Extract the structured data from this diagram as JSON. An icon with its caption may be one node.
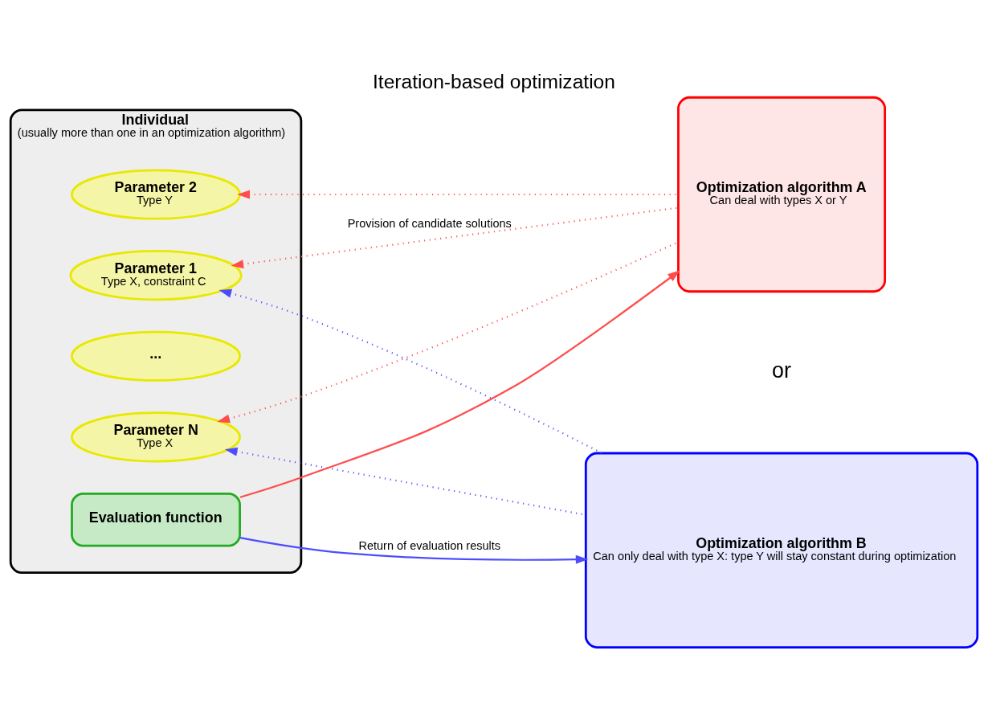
{
  "diagram": {
    "title": "Iteration-based optimization",
    "nodes": [
      {
        "text": [
          "Individual",
          "(usually more than one in an optimization algorithm)"
        ]
      },
      {
        "text": [
          "Parameter 1",
          "Type X, constraint C"
        ],
        "in": 0
      },
      {
        "text": [
          "Parameter 2",
          "Type Y"
        ],
        "in": 0
      },
      {
        "text": [
          "..."
        ],
        "in": 0
      },
      {
        "text": [
          "Parameter N",
          "Type X"
        ],
        "in": 0
      },
      {
        "text": [
          "Evaluation function"
        ],
        "in": 0
      },
      {
        "text": [
          "Optimization algorithm A",
          "Can deal with types X or Y"
        ]
      },
      {
        "text": [
          "Optimization algorithm B",
          "Can only deal with type X: type Y will stay constant during optimization"
        ]
      }
    ],
    "edges": [
      {
        "from": 6,
        "to": 1,
        "arrow": "to",
        "style": "dashed",
        "color": "#ff4d4d",
        "label": "Provision of candidate solutions"
      },
      {
        "from": 6,
        "to": 2,
        "arrow": "to",
        "style": "dashed",
        "color": "#ff4d4d"
      },
      {
        "from": 6,
        "to": 4,
        "arrow": "to",
        "style": "dashed",
        "color": "#ff4d4d"
      },
      {
        "from": 7,
        "to": 1,
        "arrow": "to",
        "style": "dashed",
        "color": "#4d4dff"
      },
      {
        "from": 7,
        "to": 4,
        "arrow": "to",
        "style": "dashed",
        "color": "#4d4dff"
      },
      {
        "from": 5,
        "to": 6,
        "arrow": "to",
        "color": "#ff4d4d"
      },
      {
        "from": 5,
        "to": 7,
        "arrow": "to",
        "color": "#4d4dff",
        "label": "Return of evaluation results"
      }
    ],
    "labels": [
      "or"
    ]
  }
}
